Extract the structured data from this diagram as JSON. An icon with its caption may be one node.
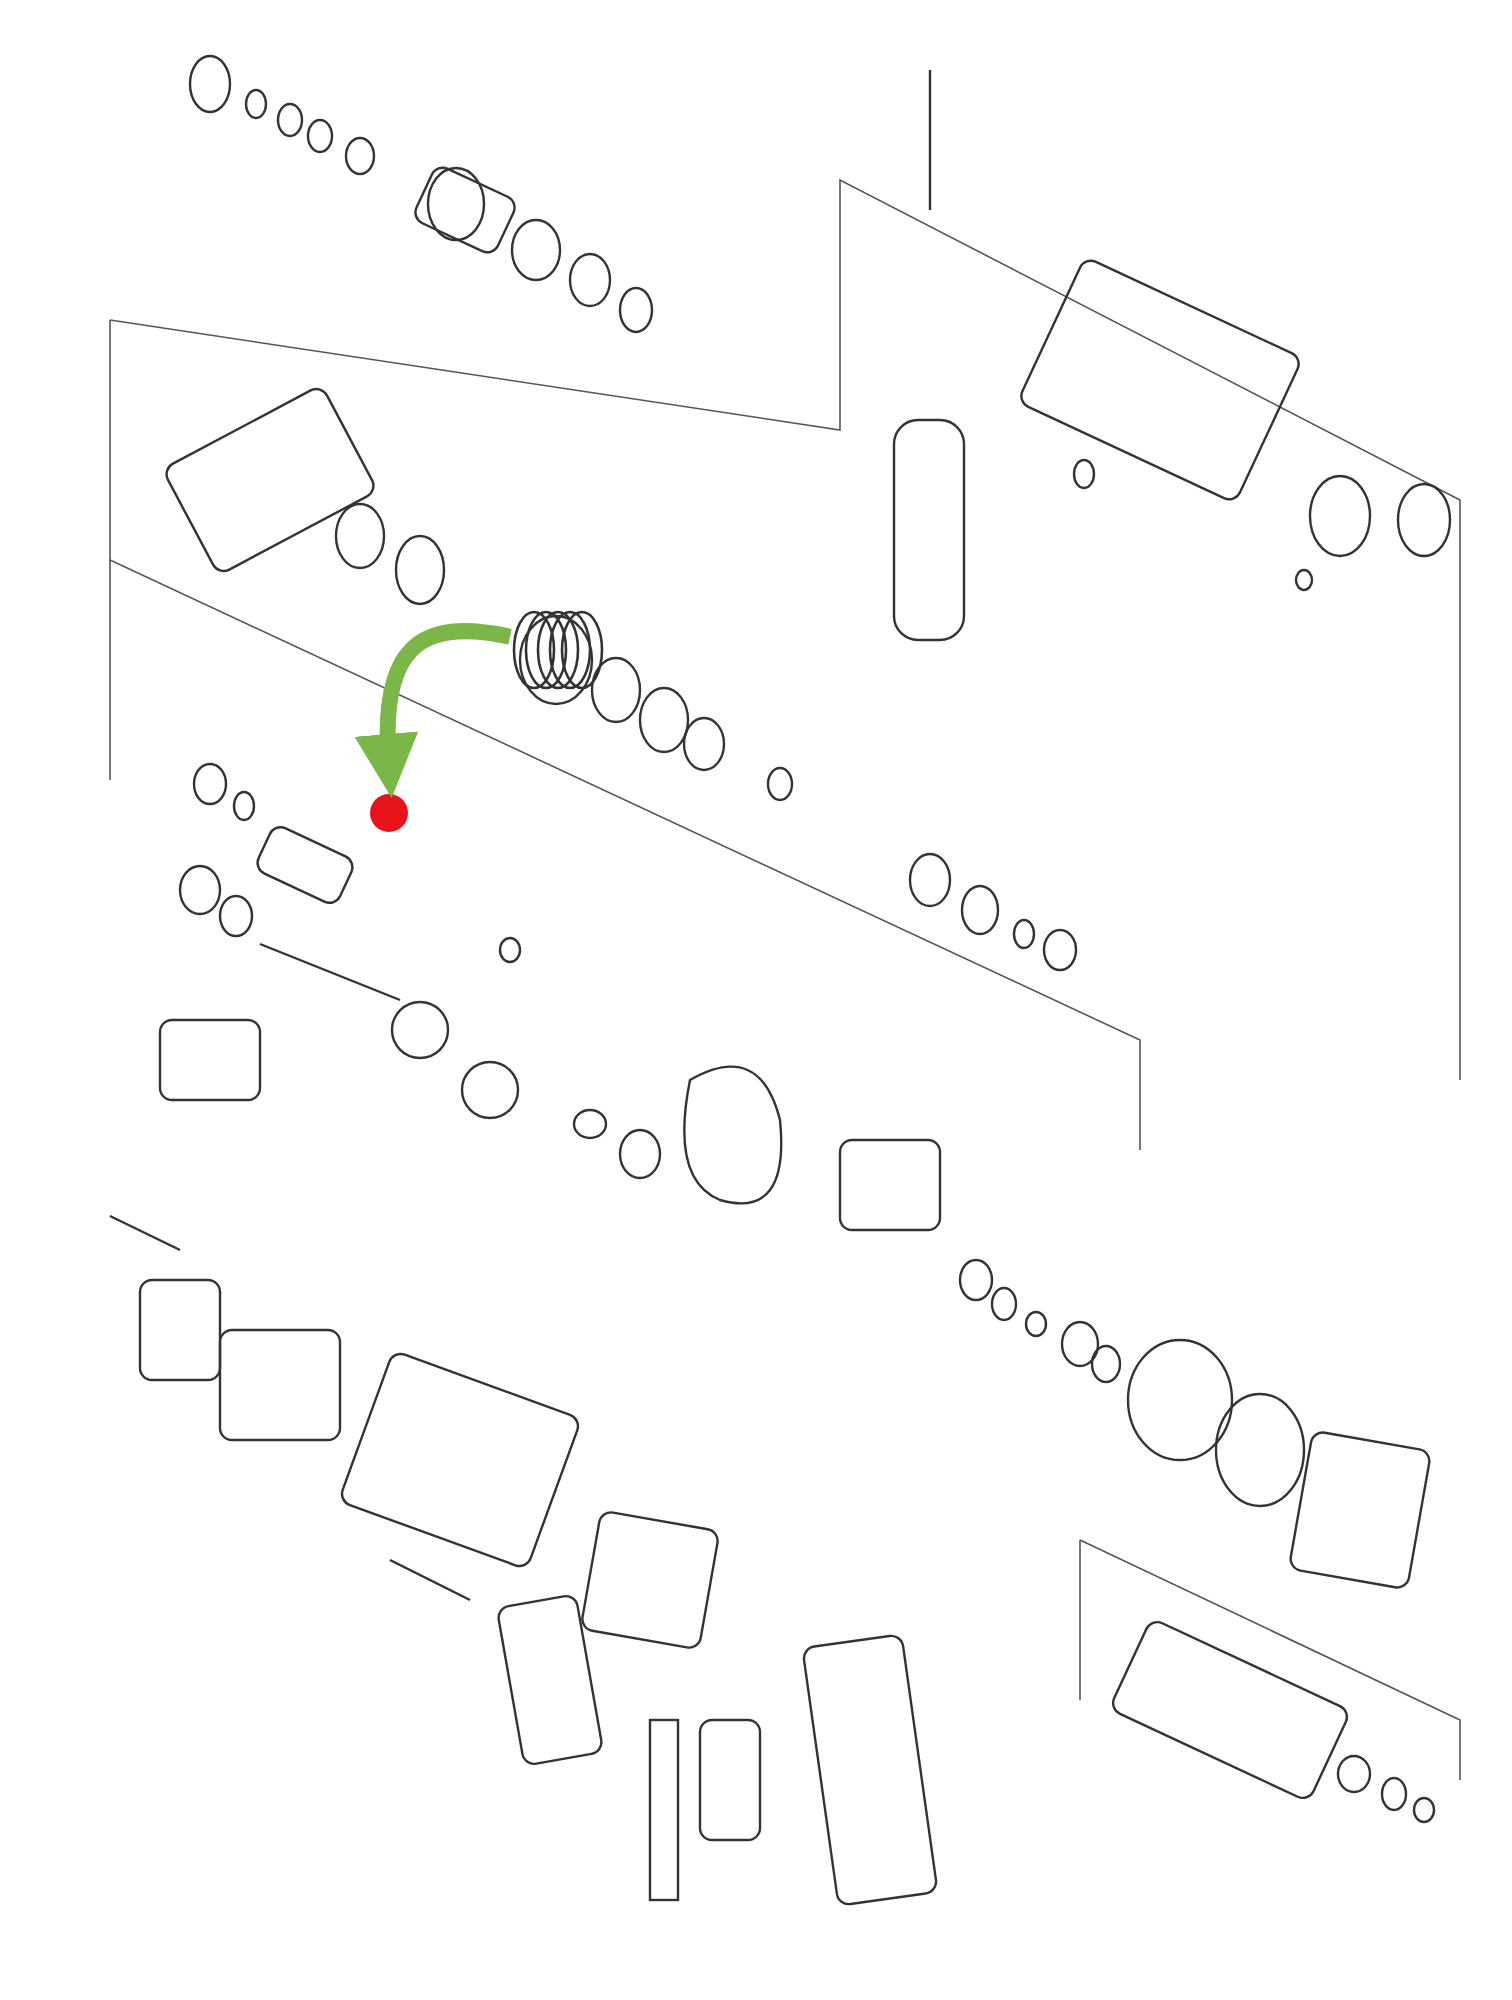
{
  "diagram": {
    "nodes": [
      {
        "text": [],
        "shape": "picture"
      },
      {
        "text": [],
        "shape": "circle"
      }
    ],
    "edges": [
      {
        "from": 0,
        "to": 1,
        "arrow": "to"
      }
    ]
  }
}
